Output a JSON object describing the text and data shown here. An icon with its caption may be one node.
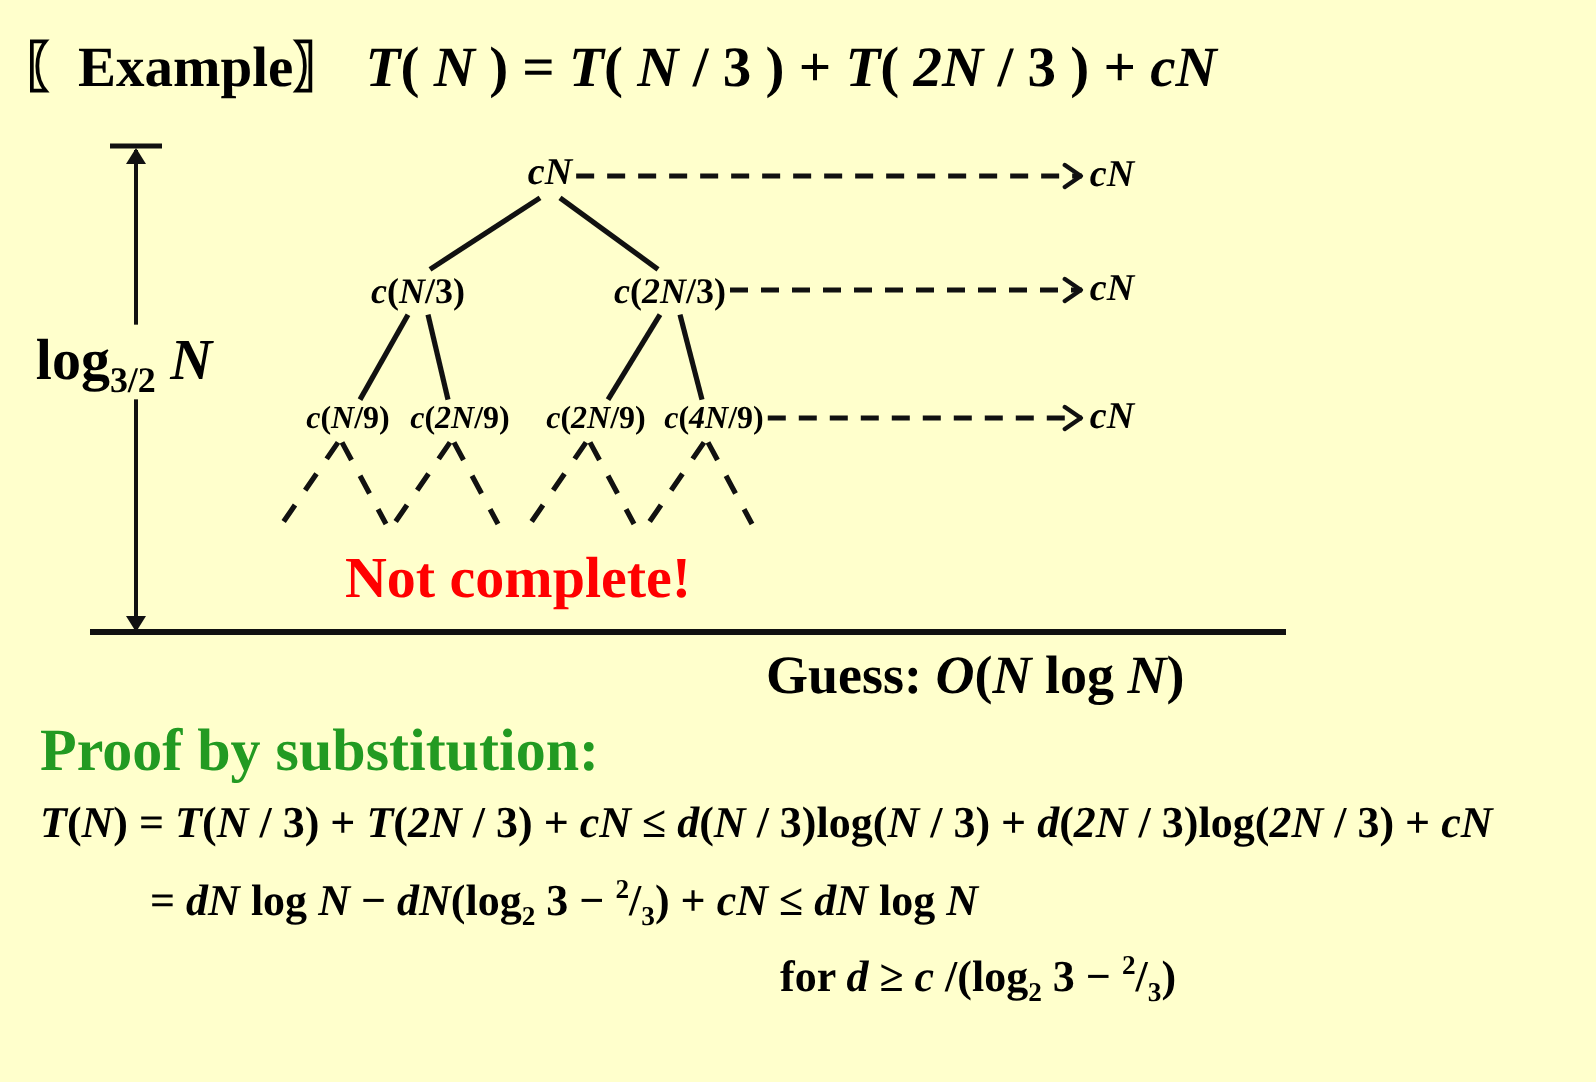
{
  "diagram": {
    "title": "〖Example〗 *T*( *N* ) = *T*( *N* / 3 ) + *T*( *2N* / 3 ) + *cN*",
    "nodes": [
      {
        "text": [
          "cN"
        ]
      },
      {
        "text": [
          "*c*(*N*/3)"
        ]
      },
      {
        "text": [
          "*c*(*2N*/3)"
        ]
      },
      {
        "text": [
          "*c*(*N*/9)"
        ]
      },
      {
        "text": [
          "*c*(*2N*/9)"
        ]
      },
      {
        "text": [
          "*c*(*2N*/9)"
        ]
      },
      {
        "text": [
          "*c*(*4N*/9)"
        ]
      },
      {
        "text": [
          "cN"
        ]
      },
      {
        "text": [
          "cN"
        ]
      },
      {
        "text": [
          "cN"
        ]
      }
    ],
    "edges": [
      {
        "from": 0,
        "to": 1,
        "arrow": "none"
      },
      {
        "from": 0,
        "to": 2,
        "arrow": "none"
      },
      {
        "from": 1,
        "to": 3,
        "arrow": "none"
      },
      {
        "from": 1,
        "to": 4,
        "arrow": "none"
      },
      {
        "from": 2,
        "to": 5,
        "arrow": "none"
      },
      {
        "from": 2,
        "to": 6,
        "arrow": "none"
      },
      {
        "from": 3,
        "to": null,
        "arrow": "none",
        "style": "dashed"
      },
      {
        "from": 3,
        "to": null,
        "arrow": "none",
        "style": "dashed"
      },
      {
        "from": 4,
        "to": null,
        "arrow": "none",
        "style": "dashed"
      },
      {
        "from": 4,
        "to": null,
        "arrow": "none",
        "style": "dashed"
      },
      {
        "from": 5,
        "to": null,
        "arrow": "none",
        "style": "dashed"
      },
      {
        "from": 5,
        "to": null,
        "arrow": "none",
        "style": "dashed"
      },
      {
        "from": 6,
        "to": null,
        "arrow": "none",
        "style": "dashed"
      },
      {
        "from": 6,
        "to": null,
        "arrow": "none",
        "style": "dashed"
      },
      {
        "from": 0,
        "to": 7,
        "arrow": "to",
        "style": "dashed"
      },
      {
        "from": 2,
        "to": 8,
        "arrow": "to",
        "style": "dashed"
      },
      {
        "from": 6,
        "to": 9,
        "arrow": "to",
        "style": "dashed"
      }
    ],
    "labels": [
      "log$_{3/2}$ *N*",
      "Not complete!",
      "Guess: *O*(*N* log *N*)",
      "Proof by substitution:",
      "*T*(*N*) = *T*(*N* / 3) + *T*(*2N* / 3) + *cN* ≤ *d*(*N* / 3)log(*N* / 3) + *d*(*2N* / 3)log(*2N* / 3) + *cN*",
      "= *dN* log *N* − *dN*(log$_{2}$ 3 − $^{2}$/$_{3}$) + *cN* ≤ *dN* log *N*",
      "for *d* ≥ *c* /(log$_{2}$ 3 − $^{2}$/$_{3}$)"
    ]
  }
}
